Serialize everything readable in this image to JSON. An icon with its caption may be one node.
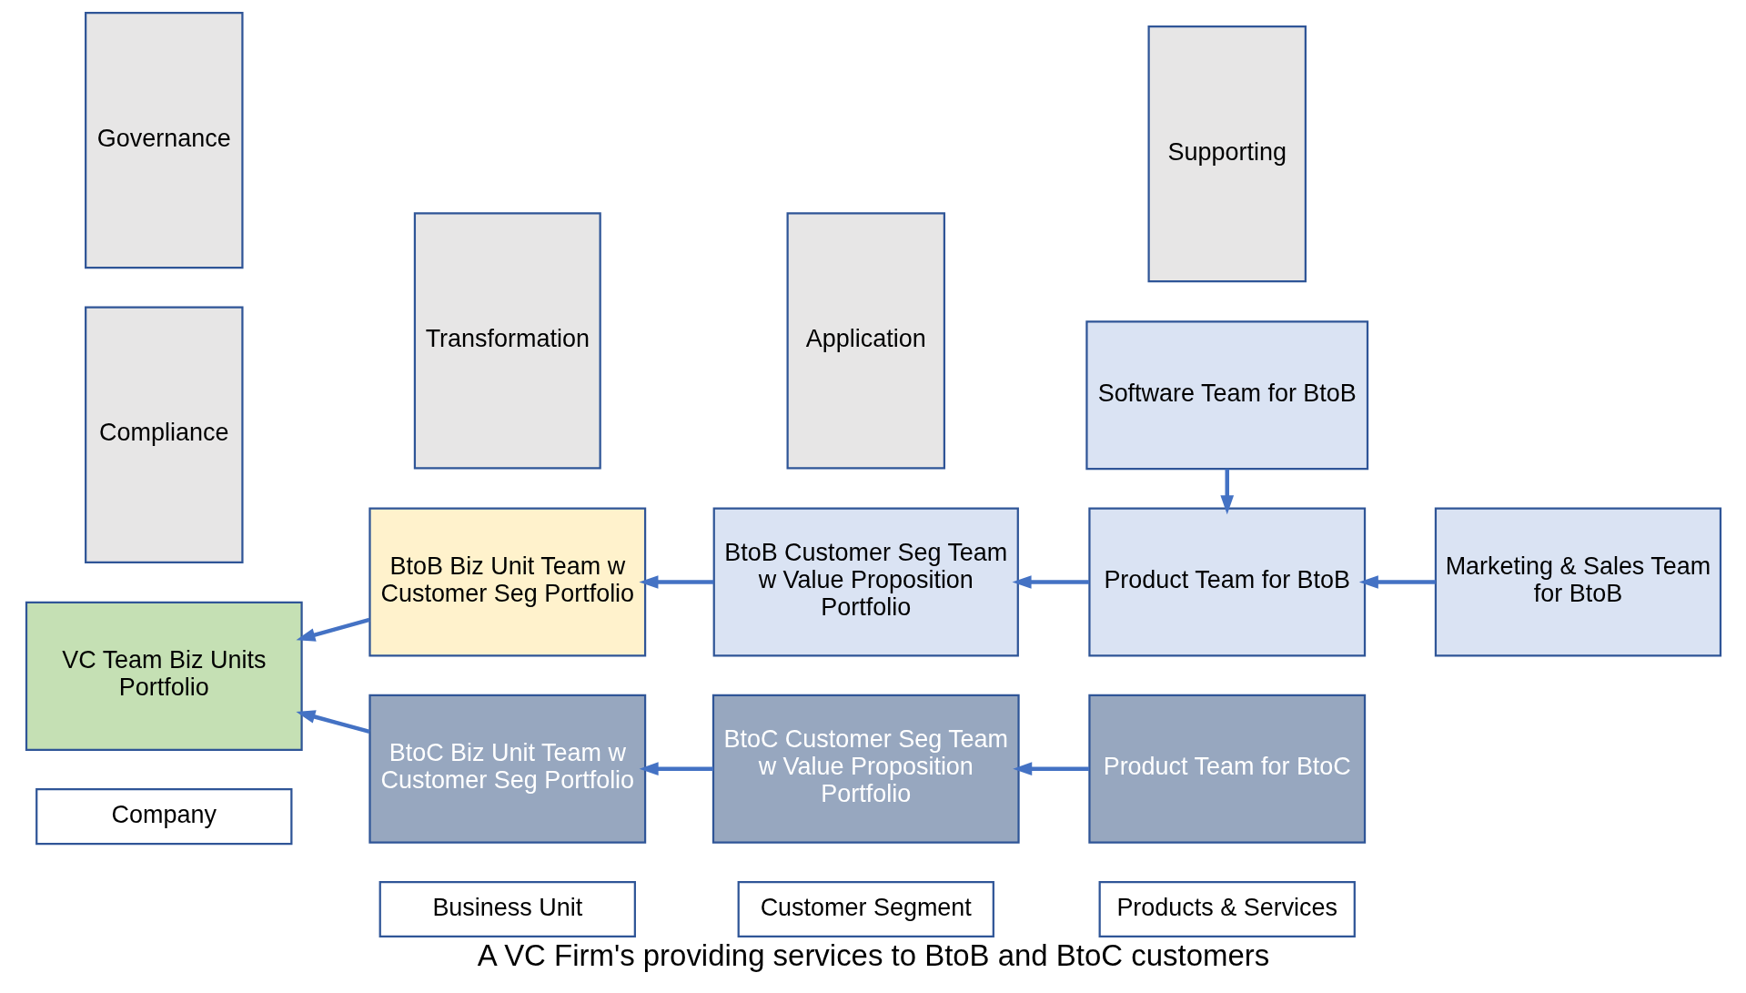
{
  "diagram": {
    "caption": "A VC Firm's providing services to BtoB and BtoC customers",
    "nodes": [
      {
        "text": [
          "Company"
        ]
      },
      {
        "text": [
          "Business Unit"
        ]
      },
      {
        "text": [
          "Customer Segment"
        ]
      },
      {
        "text": [
          "Products & Services"
        ]
      },
      {
        "text": [
          "VC Team Biz Units Portfolio"
        ]
      },
      {
        "text": [
          "BtoB Biz Unit Team w Customer Seg Portfolio"
        ]
      },
      {
        "text": [
          "BtoB Customer Seg Team w Value Proposition Portfolio"
        ]
      },
      {
        "text": [
          "Product Team for BtoB"
        ]
      },
      {
        "text": [
          "Marketing & Sales Team for BtoB"
        ]
      },
      {
        "text": [
          "Software Team for BtoB"
        ]
      },
      {
        "text": [
          "Compliance"
        ]
      },
      {
        "text": [
          "Governance"
        ]
      },
      {
        "text": [
          "Transformation"
        ]
      },
      {
        "text": [
          "Application"
        ]
      },
      {
        "text": [
          "Supporting"
        ]
      },
      {
        "text": [
          "BtoC Biz Unit Team w Customer Seg Portfolio"
        ]
      },
      {
        "text": [
          "BtoC Customer Seg Team w Value Proposition Portfolio"
        ]
      },
      {
        "text": [
          "Product Team for BtoC"
        ]
      }
    ],
    "edges": [
      {
        "from": 5,
        "to": 4,
        "arrow": "to"
      },
      {
        "from": 6,
        "to": 5,
        "arrow": "to"
      },
      {
        "from": 7,
        "to": 6,
        "arrow": "to"
      },
      {
        "from": 8,
        "to": 7,
        "arrow": "to"
      },
      {
        "from": 9,
        "to": 7,
        "arrow": "to"
      },
      {
        "from": 15,
        "to": 4,
        "arrow": "to"
      },
      {
        "from": 16,
        "to": 15,
        "arrow": "to"
      },
      {
        "from": 17,
        "to": 16,
        "arrow": "to"
      }
    ]
  }
}
